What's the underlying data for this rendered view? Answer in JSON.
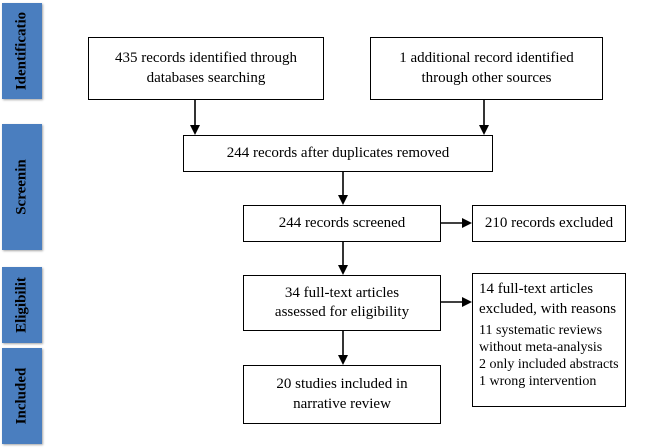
{
  "stages": [
    {
      "label": "Identificatio"
    },
    {
      "label": "Screenin"
    },
    {
      "label": "Eligibilit"
    },
    {
      "label": "Included"
    }
  ],
  "boxes": {
    "db_search": "435 records identified through\ndatabases searching",
    "other_sources": "1 additional record identified\nthrough other sources",
    "after_duplicates": "244 records after duplicates removed",
    "screened": "244 records screened",
    "excluded": "210 records excluded",
    "fulltext_assessed": "34 full-text articles\nassessed for eligibility",
    "included": "20 studies included in\nnarrative review"
  },
  "exclusion_reasons": {
    "lead": "14 full-text articles\nexcluded, with reasons",
    "items": [
      "11 systematic reviews\nwithout meta-analysis",
      " 2 only included abstracts",
      "1 wrong intervention"
    ]
  }
}
